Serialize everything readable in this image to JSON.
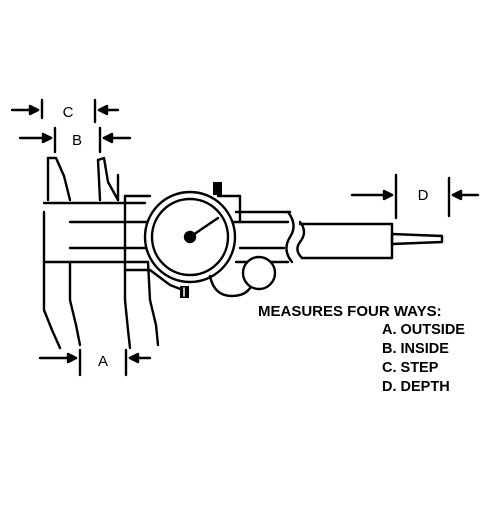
{
  "diagram": {
    "labels": {
      "c": "C",
      "b": "B",
      "a": "A",
      "d": "D"
    },
    "caption": {
      "title": "MEASURES FOUR WAYS:",
      "items": [
        "A. OUTSIDE",
        "B. INSIDE",
        "C. STEP",
        "D. DEPTH"
      ]
    }
  }
}
